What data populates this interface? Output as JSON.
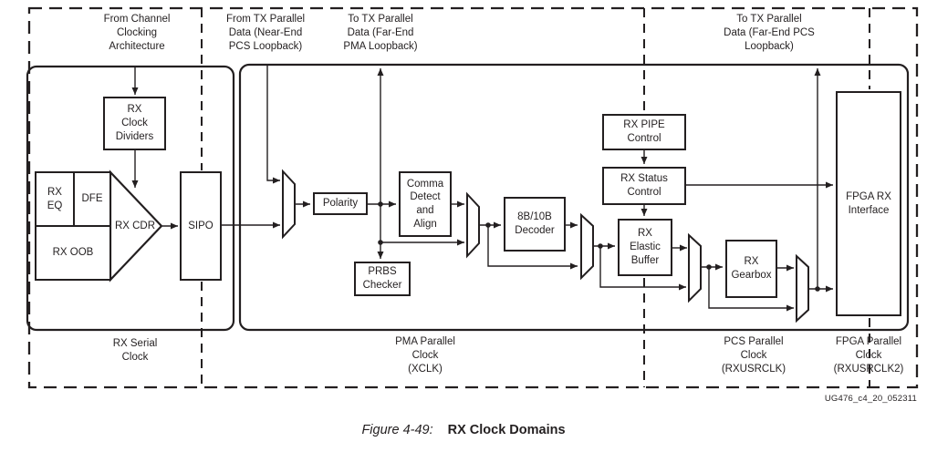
{
  "diagram": {
    "top_labels": {
      "from_channel": "From Channel\nClocking\nArchitecture",
      "from_tx_near_end": "From TX Parallel\nData (Near-End\nPCS Loopback)",
      "to_tx_far_end_pma": "To TX Parallel\nData (Far-End\nPMA Loopback)",
      "to_tx_far_end_pcs": "To TX Parallel\nData (Far-End PCS\nLoopback)"
    },
    "blocks": {
      "rx_clock_dividers": "RX\nClock\nDividers",
      "rx_eq": "RX\nEQ",
      "dfe": "DFE",
      "rx_oob": "RX OOB",
      "rx_cdr": "RX CDR",
      "sipo": "SIPO",
      "polarity": "Polarity",
      "comma_detect": "Comma\nDetect\nand\nAlign",
      "prbs_checker": "PRBS\nChecker",
      "decoder_8b10b": "8B/10B\nDecoder",
      "rx_pipe_control": "RX PIPE\nControl",
      "rx_status_control": "RX Status\nControl",
      "rx_elastic_buffer": "RX\nElastic\nBuffer",
      "rx_gearbox": "RX\nGearbox",
      "fpga_rx_interface": "FPGA RX\nInterface"
    },
    "clock_domain_labels": {
      "rx_serial": "RX Serial\nClock",
      "pma_parallel": "PMA Parallel\nClock\n(XCLK)",
      "pcs_parallel": "PCS Parallel\nClock\n(RXUSRCLK)",
      "fpga_parallel": "FPGA Parallel\nClock\n(RXUSRCLK2)"
    },
    "watermark": "UG476_c4_20_052311",
    "caption_prefix": "Figure 4-49:",
    "caption_title": "RX Clock Domains",
    "colors": {
      "line": "#231f20",
      "background": "#ffffff"
    }
  }
}
